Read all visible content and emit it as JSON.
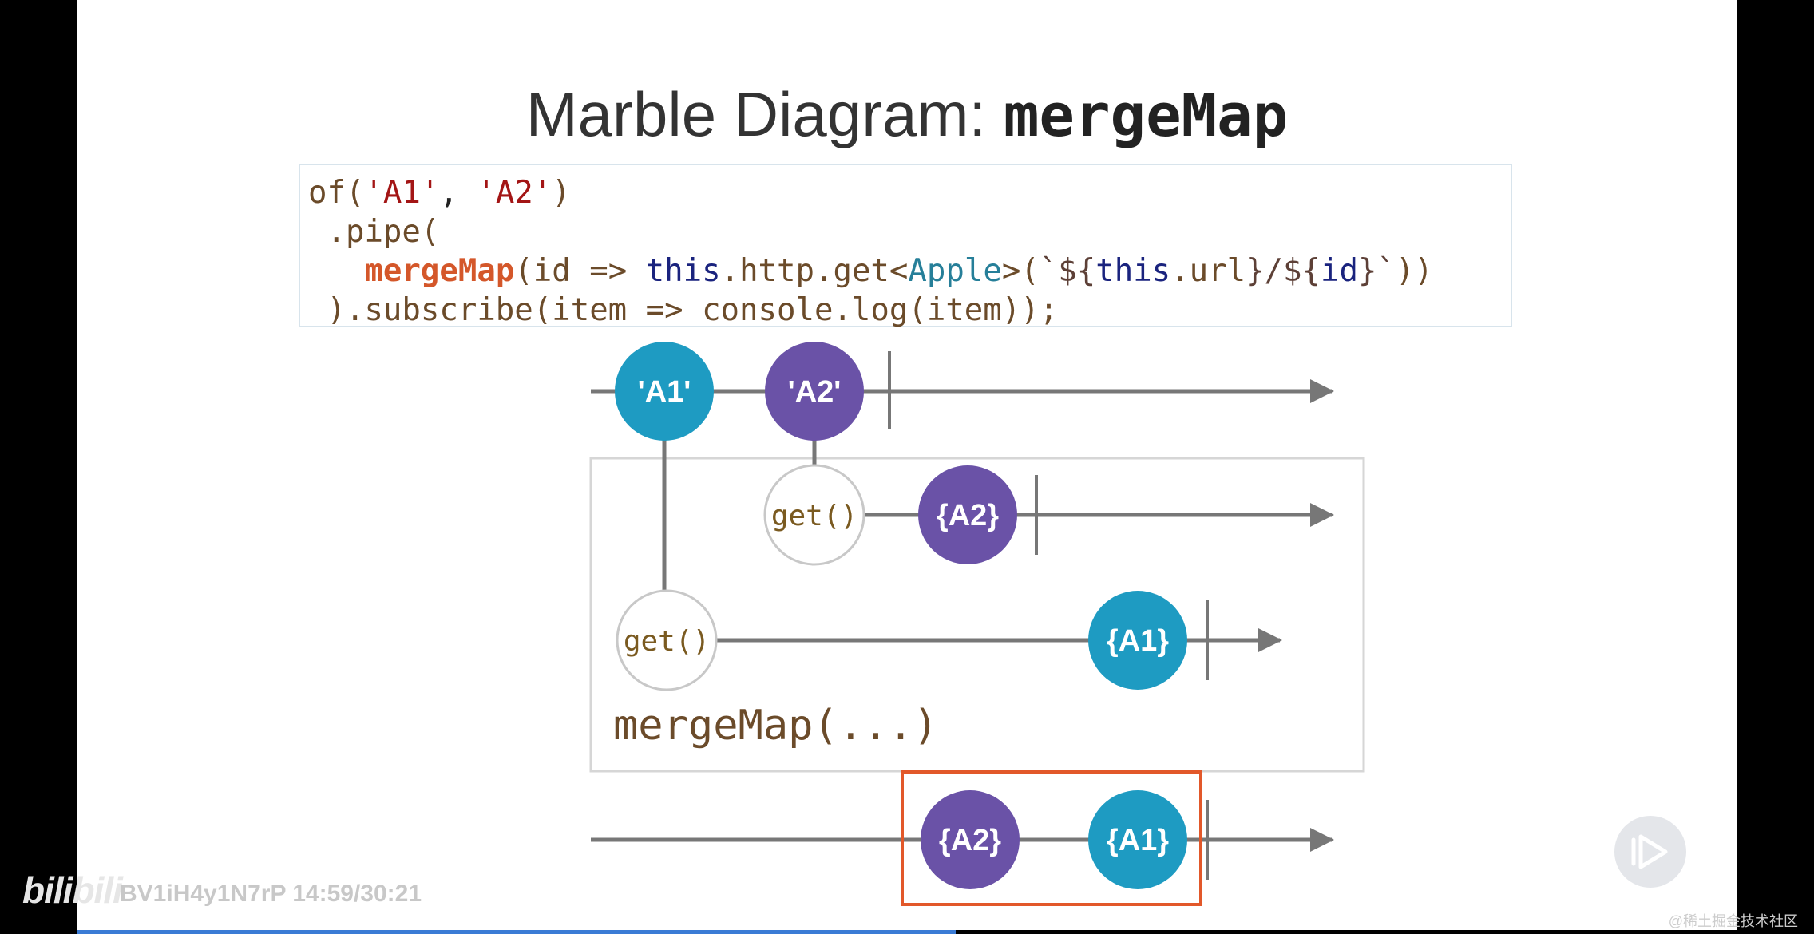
{
  "slide": {
    "title_text": "Marble Diagram: ",
    "title_code": "mergeMap",
    "code_lines": [
      [
        {
          "t": "of(",
          "c": "fn"
        },
        {
          "t": "'A1'",
          "c": "str"
        },
        {
          "t": ", ",
          "c": ""
        },
        {
          "t": "'A2'",
          "c": "str"
        },
        {
          "t": ")",
          "c": "fn"
        }
      ],
      [
        {
          "t": " .pipe(",
          "c": "fn"
        }
      ],
      [
        {
          "t": "   ",
          "c": ""
        },
        {
          "t": "mergeMap",
          "c": "op"
        },
        {
          "t": "(id => ",
          "c": "fn"
        },
        {
          "t": "this",
          "c": "kw"
        },
        {
          "t": ".http.get<",
          "c": "fn"
        },
        {
          "t": "Apple",
          "c": "type"
        },
        {
          "t": ">(",
          "c": "fn"
        },
        {
          "t": "`${",
          "c": "tpl"
        },
        {
          "t": "this",
          "c": "kw"
        },
        {
          "t": ".url",
          "c": "fn"
        },
        {
          "t": "}/${",
          "c": "tpl"
        },
        {
          "t": "id",
          "c": "kw"
        },
        {
          "t": "}`",
          "c": "tpl"
        },
        {
          "t": "))",
          "c": "fn"
        }
      ],
      [
        {
          "t": " ).subscribe(item => console.log(item));",
          "c": "fn"
        }
      ]
    ]
  },
  "diagram": {
    "source_marbles": [
      "'A1'",
      "'A2'"
    ],
    "inner_get_label": "get()",
    "inner_results": [
      "{A2}",
      "{A1}"
    ],
    "operator_label": "mergeMap(...)",
    "output_marbles": [
      "{A2}",
      "{A1}"
    ],
    "colors": {
      "a1": "#1e9bc2",
      "a2": "#6a52a7",
      "line": "#777777",
      "highlight": "#e2582a"
    }
  },
  "overlay": {
    "watermark": "BV1iH4y1N7rP 14:59/30:21",
    "logo": "bilibili",
    "corner": "@稀土掘金技术社区",
    "play_icon": "play-icon"
  }
}
